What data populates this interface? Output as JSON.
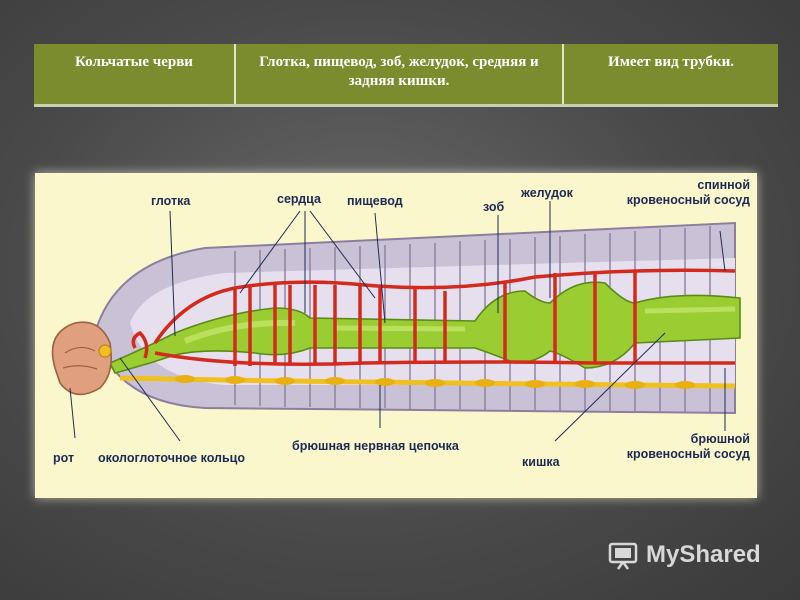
{
  "table": {
    "cells": [
      "Кольчатые черви",
      "Глотка, пищевод, зоб, желудок, средняя и задняя кишки.",
      "Имеет вид трубки."
    ]
  },
  "diagram": {
    "labels": {
      "glotka": "глотка",
      "serdtsa": "сердца",
      "pishchevod": "пищевод",
      "zob": "зоб",
      "zheludok": "желудок",
      "spinnoy_line1": "спинной",
      "spinnoy_line2": "кровеносный сосуд",
      "rot": "рот",
      "okologlot": "окологлоточное кольцо",
      "bryushnaya_tsep": "брюшная нервная цепочка",
      "kishka": "кишка",
      "bryushnoy_line1": "брюшной",
      "bryushnoy_line2": "кровеносный сосуд"
    },
    "colors": {
      "gut": "#9acd32",
      "vessel": "#d42a1e",
      "nerve": "#f0c020",
      "body_wall": "#b9b0c8",
      "mouth": "#e0a080"
    }
  },
  "logo": {
    "text": "MyShared"
  }
}
